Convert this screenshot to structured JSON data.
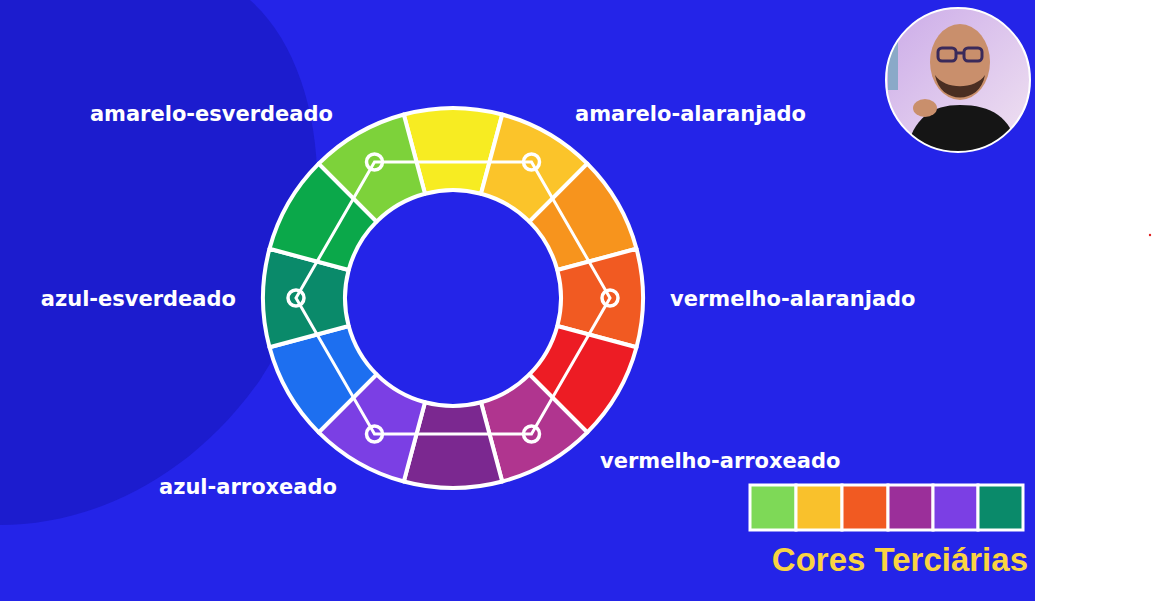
{
  "diagram": {
    "title": "Cores Terciárias",
    "labels": [
      "amarelo-esverdeado",
      "amarelo-alaranjado",
      "azul-esverdeado",
      "vermelho-alaranjado",
      "azul-arroxeado",
      "vermelho-arroxeado"
    ]
  }
}
